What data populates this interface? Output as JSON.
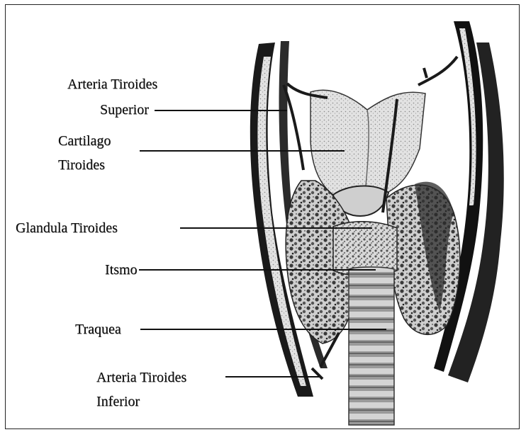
{
  "labels": {
    "arteria_superior_1": "Arteria Tiroides",
    "arteria_superior_2": "Superior",
    "cartilago_1": "Cartilago",
    "cartilago_2": "Tiroides",
    "glandula": "Glandula Tiroides",
    "itsmo": "Itsmo",
    "traquea": "Traquea",
    "arteria_inferior_1": "Arteria Tiroides",
    "arteria_inferior_2": "Inferior"
  }
}
